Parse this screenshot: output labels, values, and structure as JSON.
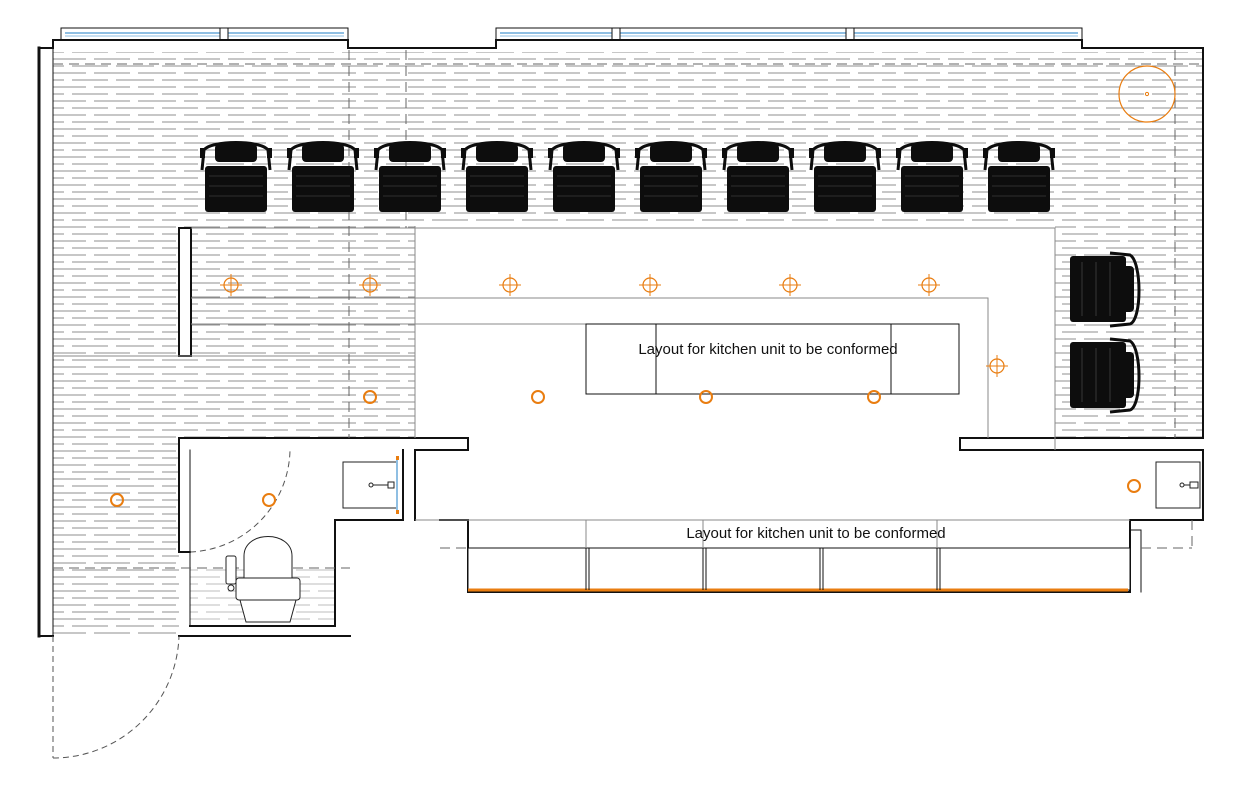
{
  "labels": {
    "kitchen_island": "Layout for kitchen unit to be conformed",
    "kitchen_counter": "Layout for kitchen unit to be conformed"
  },
  "colors": {
    "wall": "#111111",
    "thin_line": "#888888",
    "dash_line": "#555555",
    "hatch": "#8f8f8f",
    "fixture_orange": "#e97d10",
    "window_blue": "#8fbfe3",
    "chair": "#0d0d0d"
  },
  "counts": {
    "top_chairs": 10,
    "side_chairs": 2,
    "pendant_lights": 7,
    "downlights": 7
  },
  "icons": {
    "chair": "armchair-icon",
    "pendant": "crosshair-light-icon",
    "downlight": "circle-light-icon",
    "toilet": "toilet-icon",
    "basin": "wash-basin-icon",
    "round_fixture": "round-table-icon"
  }
}
